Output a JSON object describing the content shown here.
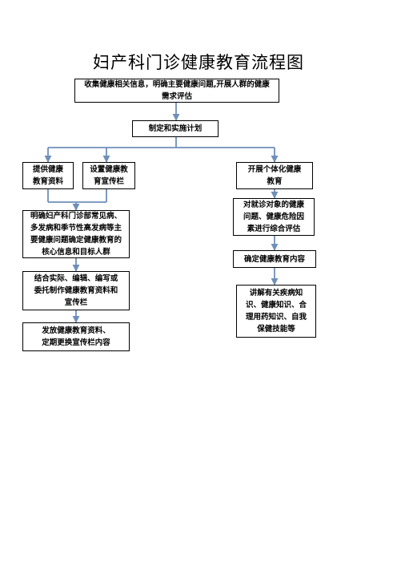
{
  "title": "妇产科门诊健康教育流程图",
  "boxes": {
    "collect": "收集健康相关信息，明确主要健康问题,开展人群的健康\n需求评估",
    "plan": "制定和实施计划",
    "provide_materials": "提供健康\n教育资料",
    "set_board": "设置健康教\n育宣传栏",
    "individual": "开展个体化健康\n教育",
    "clarify": "明确妇产科门诊部常见病、\n多发病和季节性高发病等主\n要健康问题确定健康教育的\n核心信息和目标人群",
    "assess": "对就诊对象的健康\n问题、健康危险因\n素进行综合评估",
    "compile": "结合实际、编辑、编写或\n委托制作健康教育资料和\n宣传栏",
    "content": "确定健康教育内容",
    "distribute": "发放健康教育资料、\n定期更换宣传栏内容",
    "explain": "讲解有关疾病知\n识、健康知识、合\n理用药知识、自我\n保健技能等"
  },
  "colors": {
    "connector": "#6f8fb8",
    "border": "#000000"
  }
}
